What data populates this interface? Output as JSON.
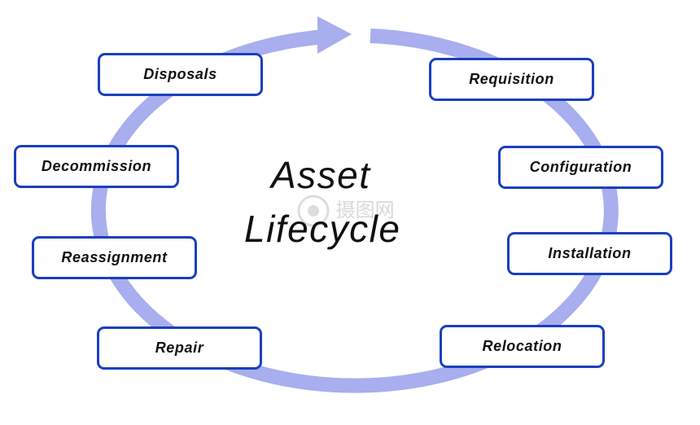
{
  "title": {
    "line1": "Asset",
    "line2": "Lifecycle"
  },
  "stages": [
    {
      "key": "requisition",
      "label": "Requisition"
    },
    {
      "key": "configuration",
      "label": "Configuration"
    },
    {
      "key": "installation",
      "label": "Installation"
    },
    {
      "key": "relocation",
      "label": "Relocation"
    },
    {
      "key": "repair",
      "label": "Repair"
    },
    {
      "key": "reassignment",
      "label": "Reassignment"
    },
    {
      "key": "decommission",
      "label": "Decommission"
    },
    {
      "key": "disposals",
      "label": "Disposals"
    }
  ],
  "watermark": {
    "text": "摄图网"
  },
  "colors": {
    "cycle_arrow": "#a8aeee",
    "box_border": "#1a3fbf",
    "text": "#111111"
  }
}
